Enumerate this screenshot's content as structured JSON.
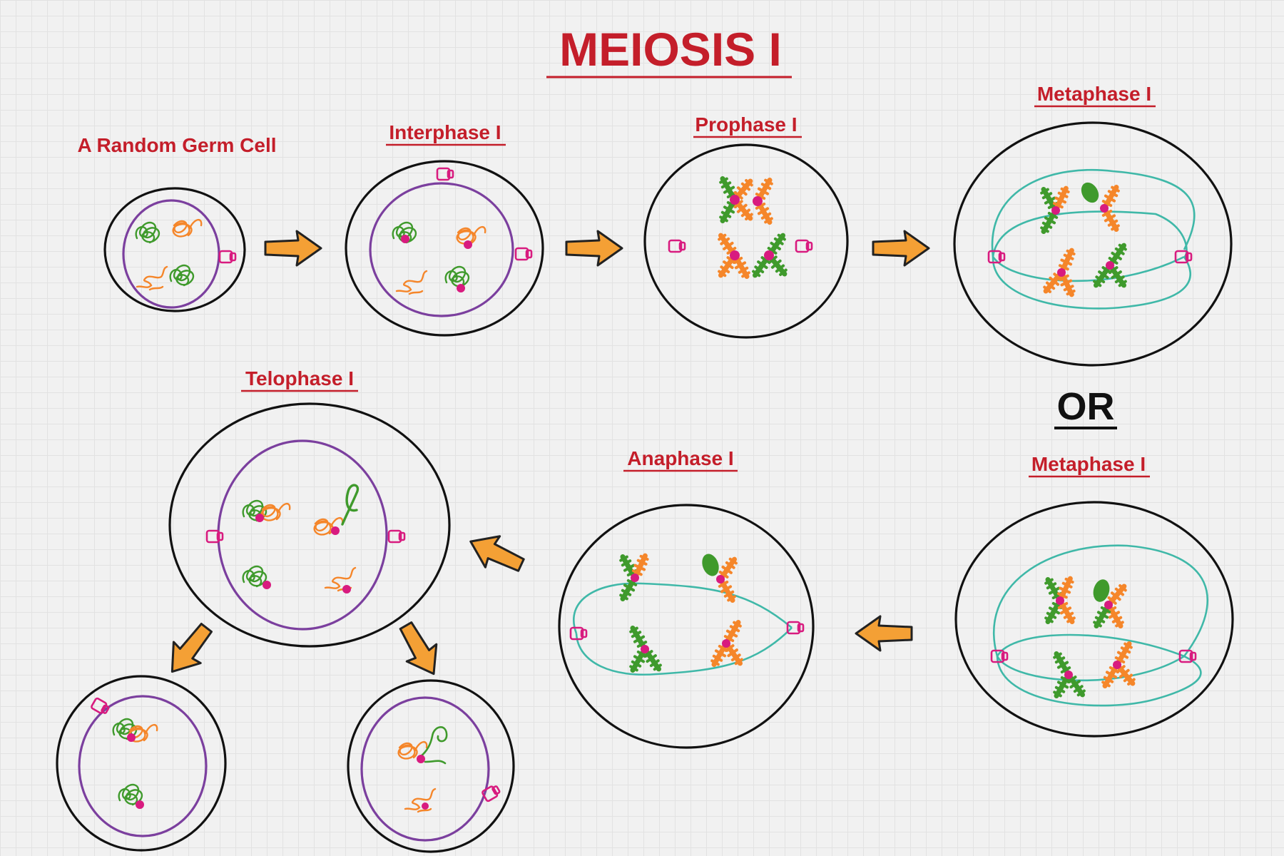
{
  "title": "MEIOSIS I",
  "or_text": "OR",
  "labels": {
    "germ_cell": "A Random Germ Cell",
    "interphase": "Interphase I",
    "prophase": "Prophase I",
    "metaphase_a": "Metaphase I",
    "metaphase_b": "Metaphase I",
    "anaphase": "Anaphase I",
    "telophase": "Telophase I"
  },
  "colors": {
    "title": "#c41e2a",
    "cell_membrane": "#111111",
    "nuclear_envelope": "#7b3f9e",
    "chromosome_green": "#3f9a2c",
    "chromosome_orange": "#f5862a",
    "centromere": "#d81b7f",
    "centrosome": "#d81b7f",
    "spindle": "#3fb8a8",
    "arrow_fill": "#f4a035",
    "arrow_outline": "#222222"
  },
  "icons": [
    "process-arrow",
    "centrosome-icon",
    "chromosome",
    "spindle-fiber"
  ]
}
